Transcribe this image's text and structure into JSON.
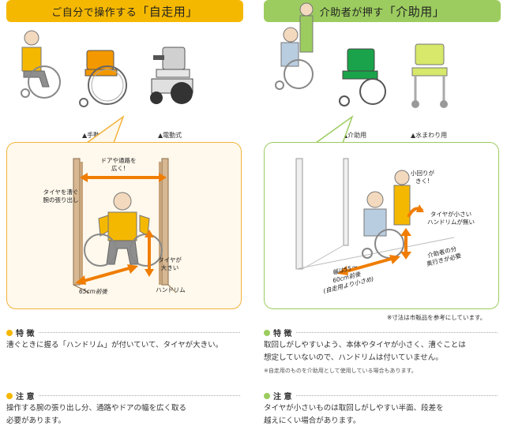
{
  "left": {
    "banner_prefix": "ご自分で操作する",
    "banner_main": "「自走用」",
    "captions": {
      "manual": "▲手動式",
      "electric": "▲電動式"
    },
    "panel": {
      "callout_door": "ドアや通路を\n広く!",
      "callout_arm": "タイヤを漕ぐ\n腕の張り出し",
      "callout_tire": "タイヤが\n大きい",
      "callout_handrim": "ハンドリム",
      "width_label": "65cm前後"
    },
    "feature_title": "特 徴",
    "feature_text": "漕ぐときに握る「ハンドリム」が付いていて、タイヤが大きい。",
    "caution_title": "注 意",
    "caution_text": "操作する腕の張り出し分、通路やドアの幅を広く取る\n必要があります。"
  },
  "right": {
    "banner_prefix": "介助者が押す",
    "banner_main": "「介助用」",
    "captions": {
      "assist": "▲介助用",
      "water": "▲水まわり用"
    },
    "panel": {
      "callout_turn": "小回りが\nきく!",
      "callout_small": "タイヤが小さい\nハンドリムが無い",
      "callout_space": "介助者の分\n奥行きが必要",
      "width_label": "幅は55～\n60cm前後\n(自走用より小さめ)"
    },
    "note": "※寸法は市販品を参考にしています。",
    "feature_title": "特 徴",
    "feature_text": "取回しがしやすいよう、本体やタイヤが小さく、漕ぐことは\n想定していないので、ハンドリムは付いていません。",
    "feature_small": "※自走用のものを介助用として使用している場合もあります。",
    "caution_title": "注 意",
    "caution_text": "タイヤが小さいものは取回しがしやすい半面、段差を\n越えにくい場合があります。"
  },
  "colors": {
    "orange": "#f5b800",
    "green": "#9ccc5f",
    "arrow": "#f07d00"
  }
}
